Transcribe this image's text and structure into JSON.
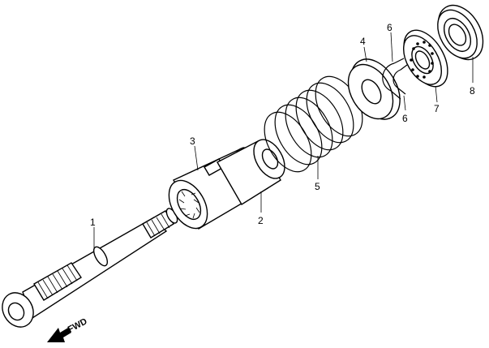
{
  "callouts": {
    "p1": "1",
    "p2": "2",
    "p3": "3",
    "p4": "4",
    "p5": "5",
    "p6a": "6",
    "p6b": "6",
    "p7": "7",
    "p8": "8"
  },
  "direction": {
    "label": "FWD",
    "icon": "arrow-icon"
  }
}
